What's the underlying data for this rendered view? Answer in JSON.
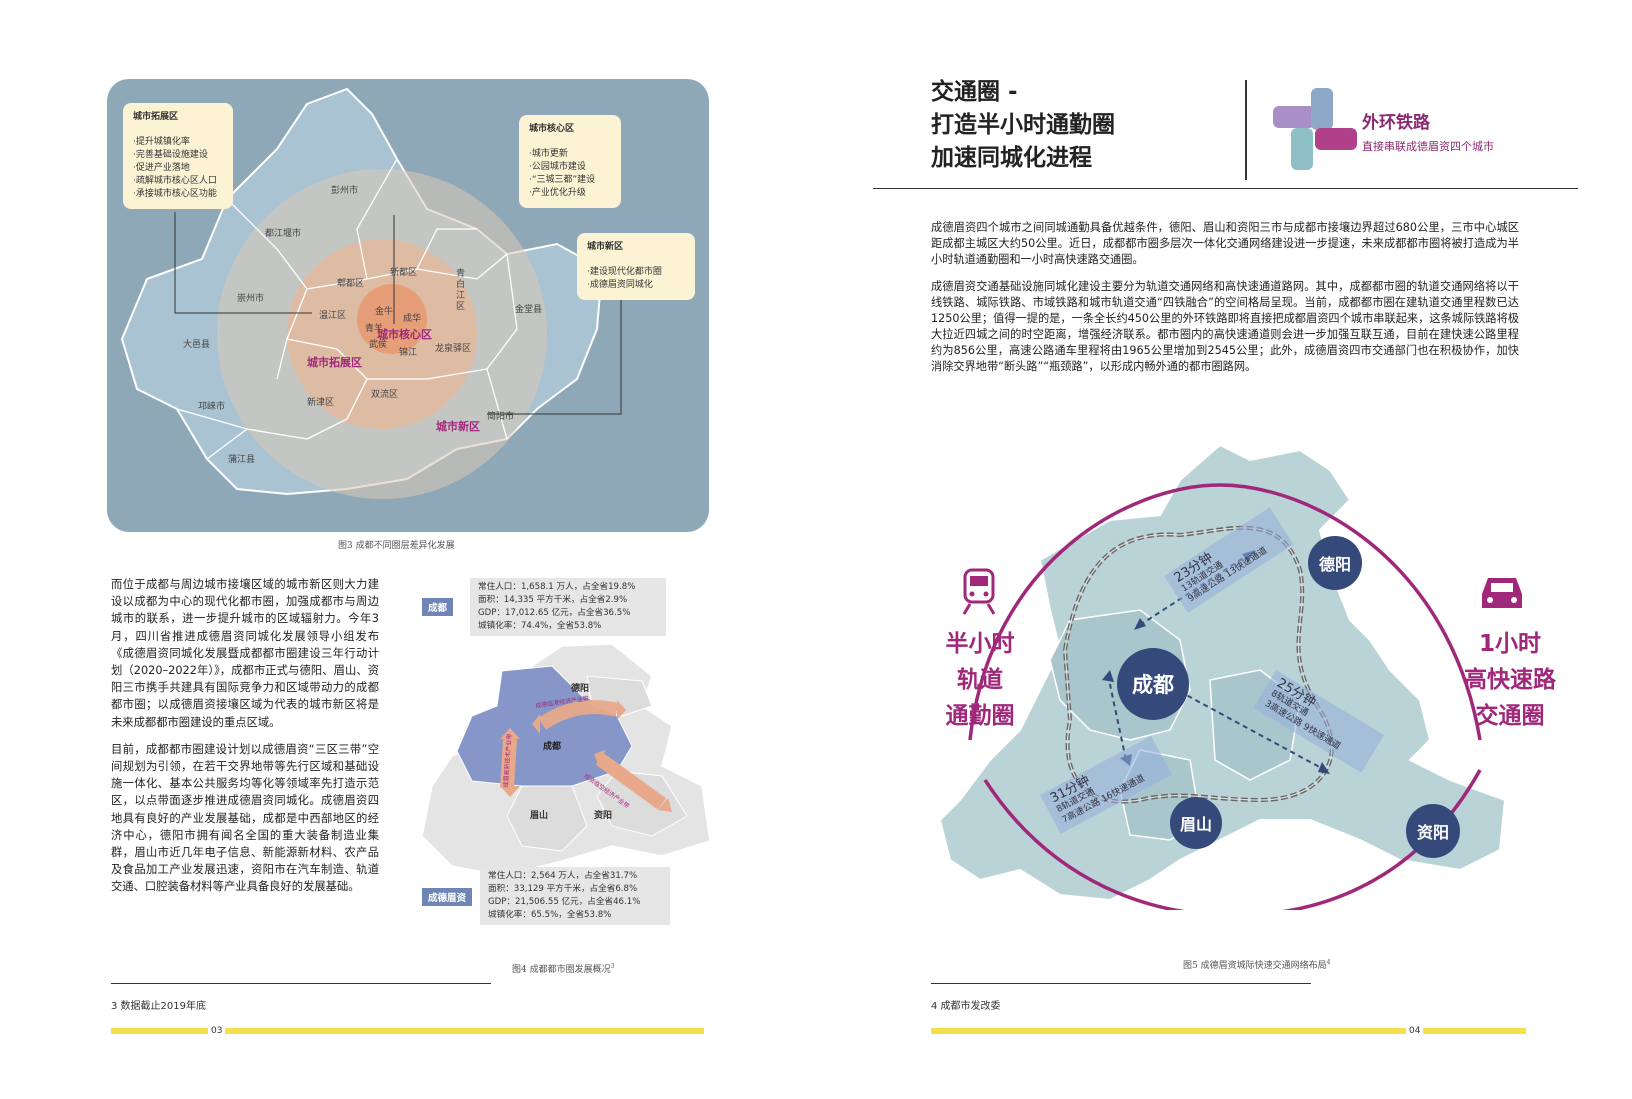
{
  "left": {
    "map1": {
      "callouts": {
        "expand": {
          "title": "城市拓展区",
          "items": [
            "·提升城镇化率",
            "·完善基础设施建设",
            "·促进产业落地",
            "·疏解城市核心区人口",
            "·承接城市核心区功能"
          ]
        },
        "core": {
          "title": "城市核心区",
          "items": [
            "·城市更新",
            "·公园城市建设",
            "·“三城三都”建设",
            "·产业优化升级"
          ]
        },
        "new": {
          "title": "城市新区",
          "items": [
            "·建设现代化都市圈",
            "·成德眉资同城化"
          ]
        }
      },
      "places": [
        "彭州市",
        "都江堰市",
        "郫都区",
        "新都区",
        "青白江区",
        "崇州市",
        "温江区",
        "金牛",
        "成华",
        "青羊",
        "武侯",
        "锦江",
        "龙泉驿区",
        "金堂县",
        "大邑县",
        "双流区",
        "新津区",
        "简阳市",
        "邛崃市",
        "蒲江县"
      ],
      "zones": {
        "core": "城市核心区",
        "expand": "城市拓展区",
        "new": "城市新区"
      },
      "caption": "图3  成都不同圈层差异化发展"
    },
    "paragraph1": "而位于成都与周边城市接壤区域的城市新区则大力建设以成都为中心的现代化都市圈，加强成都市与周边城市的联系，进一步提升城市的区域辐射力。今年3月，四川省推进成德眉资同城化发展领导小组发布《成德眉资同城化发展暨成都都市圈建设三年行动计划（2020–2022年）》，成都市正式与德阳、眉山、资阳三市携手共建具有国际竞争力和区域带动力的成都都市圈；以成德眉资接壤区域为代表的城市新区将是未来成都都市圈建设的重点区域。",
    "paragraph2": "目前，成都都市圈建设计划以成德眉资“三区三带”空间规划为引领，在若干交界地带等先行区域和基础设施一体化、基本公共服务均等化等领域率先打造示范区，以点带面逐步推进成德眉资同城化。成德眉资四地具有良好的产业发展基础，成都是中西部地区的经济中心，德阳市拥有闻名全国的重大装备制造业集群，眉山市近几年电子信息、新能源新材料、农产品及食品加工产业发展迅速，资阳市在汽车制造、轨道交通、口腔装备材料等产业具备良好的发展基础。",
    "map2": {
      "chengdu_tag": "成都",
      "chengdu_stats": [
        "常住人口：1,658.1 万人，占全省19.8%",
        "面积：14,335 平方千米，占全省2.9%",
        "GDP：17,012.65 亿元，占全省36.5%",
        "城镇化率：74.4%，全省53.8%"
      ],
      "cdmz_tag": "成德眉资",
      "cdmz_stats": [
        "常住人口：2,564 万人，占全省31.7%",
        "面积：33,129 平方千米，占全省6.8%",
        "GDP：21,506.55 亿元，占全省46.1%",
        "城镇化率：65.5%，全省53.8%"
      ],
      "cities": {
        "deyang": "德阳",
        "chengdu": "成都",
        "meishan": "眉山",
        "ziyang": "资阳"
      },
      "belts": [
        "成德临港经济产业带",
        "成眉高新技术产业带",
        "成资临空经济产业带"
      ],
      "caption": "图4  成都都市圈发展概况",
      "caption_sup": "3"
    },
    "footnote": "3  数据截止2019年底",
    "page_number": "03"
  },
  "right": {
    "title_lines": [
      "交通圈 -",
      "打造半小时通勤圈",
      "加速同城化进程"
    ],
    "feature_title": "外环铁路",
    "feature_sub": "直接串联成德眉资四个城市",
    "paragraph1": "成德眉资四个城市之间同城通勤具备优越条件，德阳、眉山和资阳三市与成都市接壤边界超过680公里，三市中心城区距成都主城区大约50公里。近日，成都都市圈多层次一体化交通网络建设进一步提速，未来成都都市圈将被打造成为半小时轨道通勤圈和一小时高快速路交通圈。",
    "paragraph2": "成德眉资交通基础设施同城化建设主要分为轨道交通网络和高快速通道路网。其中，成都都市圈的轨道交通网络将以干线铁路、城际铁路、市域铁路和城市轨道交通“四铁融合”的空间格局呈现。当前，成都都市圈在建轨道交通里程数已达1250公里；值得一提的是，一条全长约450公里的外环铁路即将直接把成都眉资四个城市串联起来，这条城际铁路将极大拉近四城之间的时空距离，增强经济联系。都市圈内的高快速通道则会进一步加强互联互通，目前在建快速公路里程约为856公里，高速公路通车里程将由1965公里增加到2545公里；此外，成德眉资四市交通部门也在积极协作，加快消除交界地带“断头路”“瓶颈路”，以形成内畅外通的都市圈路网。",
    "map3": {
      "left_label": [
        "半小时",
        "轨道",
        "通勤圈"
      ],
      "right_label": [
        "1小时",
        "高快速路",
        "交通圈"
      ],
      "cities": {
        "chengdu": "成都",
        "deyang": "德阳",
        "meishan": "眉山",
        "ziyang": "资阳"
      },
      "links": [
        {
          "time": "23分钟",
          "lines": [
            "13轨道交通",
            "9高速公路  13快速通道"
          ]
        },
        {
          "time": "25分钟",
          "lines": [
            "8轨道交通",
            "3高速公路  9快速通道"
          ]
        },
        {
          "time": "31分钟",
          "lines": [
            "8轨道交通",
            "7高速公路  16快速通道"
          ]
        }
      ],
      "caption": "图5  成德眉资城际快速交通网络布局",
      "caption_sup": "4"
    },
    "footnote": "4  成都市发改委",
    "page_number": "04"
  },
  "colors": {
    "accent": "#a0287a",
    "map_bg": "#8ea8b8",
    "region": "#a9c3d3",
    "teal_region": "#b9d3d6",
    "city_circle": "#354a7a",
    "yellow": "#f5e04c"
  }
}
